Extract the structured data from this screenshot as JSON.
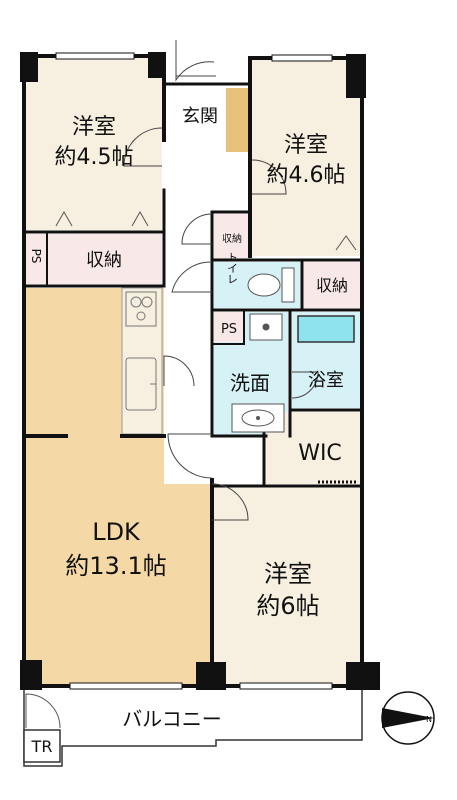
{
  "rooms": {
    "western_room_nw": {
      "name": "洋室",
      "size": "約4.5帖"
    },
    "western_room_ne": {
      "name": "洋室",
      "size": "約4.6帖"
    },
    "ldk": {
      "name": "LDK",
      "size": "約13.1帖"
    },
    "western_room_se": {
      "name": "洋室",
      "size": "約6帖"
    }
  },
  "labels": {
    "entrance": "玄関",
    "storage_nw": "収納",
    "storage_center": "収納",
    "storage_ne": "収納",
    "ps_left": "PS",
    "ps_center": "PS",
    "toilet": "トイレ",
    "washroom": "洗面",
    "bathroom": "浴室",
    "wic": "WIC",
    "balcony": "バルコニー",
    "tr": "TR"
  },
  "colors": {
    "wall": "#111111",
    "room_floor": "#f7f0e1",
    "ldk_floor": "#f4d9a6",
    "storage_floor": "#f8e8e8",
    "wet_area_floor": "#d6f2f6",
    "corridor_floor": "#ffffff",
    "tub": "#8fe3ee",
    "entrance_step": "#e9c27a"
  },
  "icons": [
    "compass-icon",
    "door-swing-icon",
    "sink-icon",
    "stove-icon",
    "toilet-icon",
    "bathtub-icon"
  ]
}
